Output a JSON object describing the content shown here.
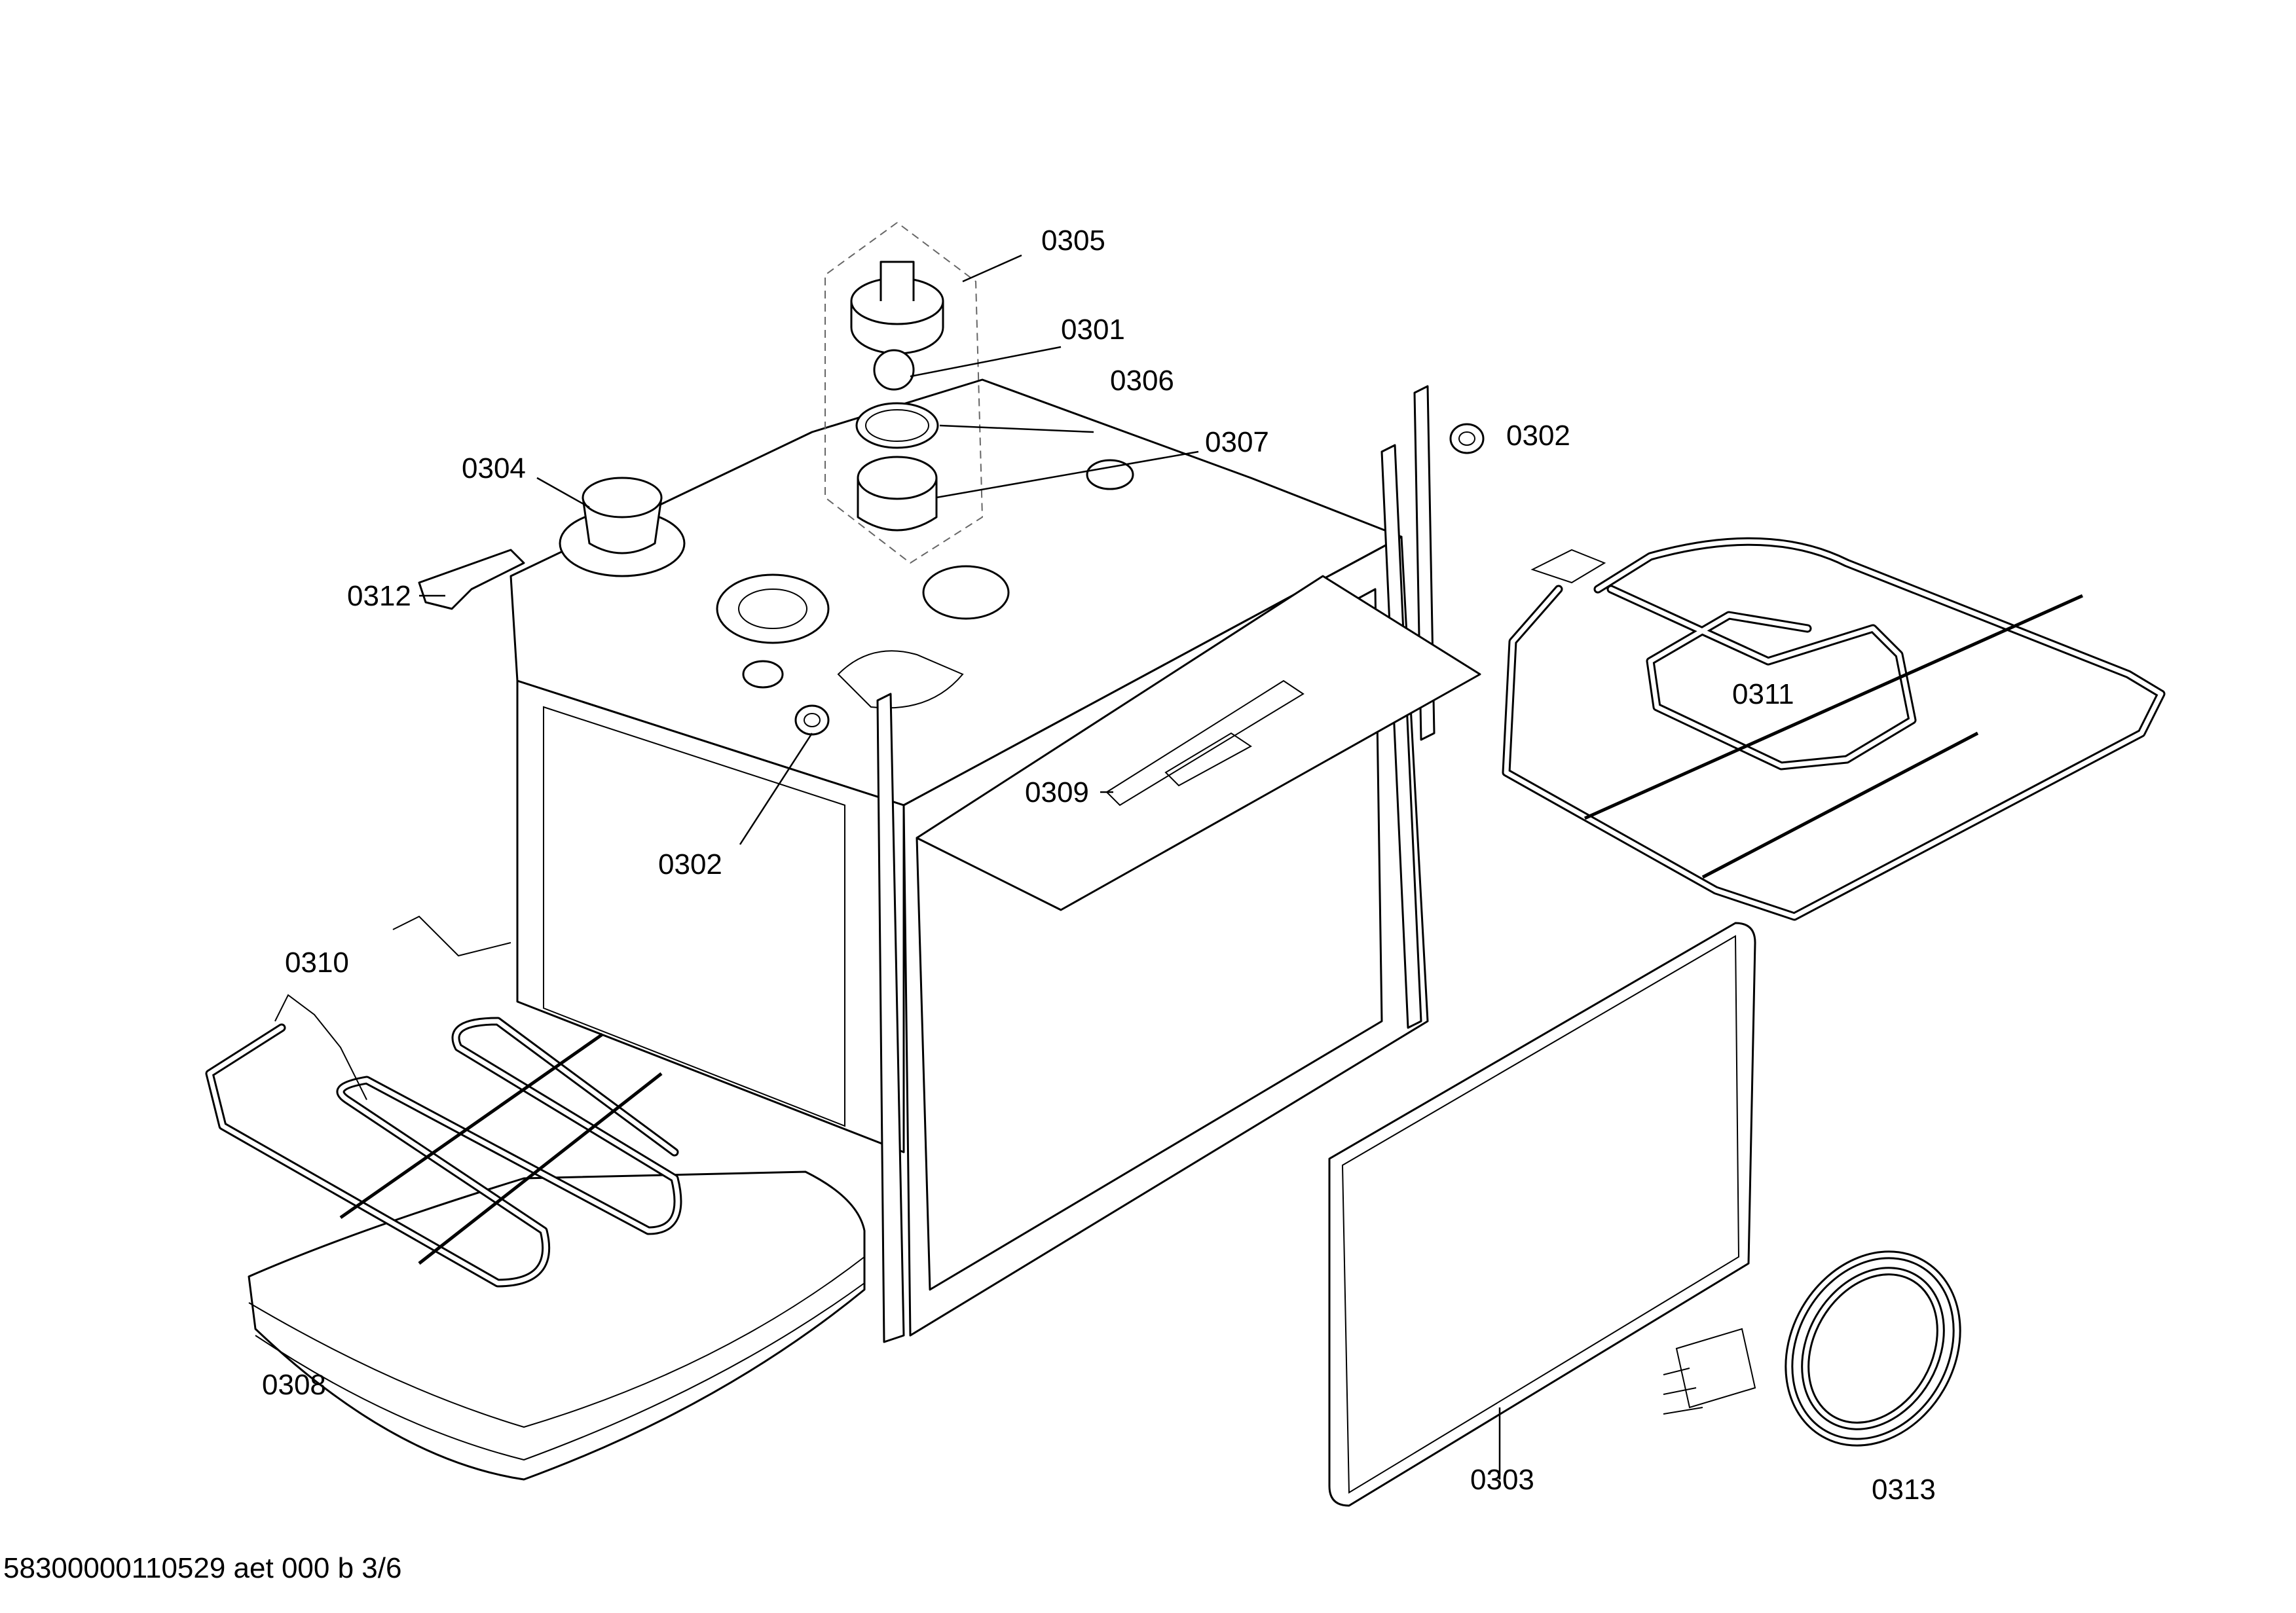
{
  "diagram": {
    "parts": [
      {
        "id": "0305"
      },
      {
        "id": "0301"
      },
      {
        "id": "0306"
      },
      {
        "id": "0307"
      },
      {
        "id": "0302"
      },
      {
        "id": "0304"
      },
      {
        "id": "0312"
      },
      {
        "id": "0311"
      },
      {
        "id": "0309"
      },
      {
        "id": "0302"
      },
      {
        "id": "0310"
      },
      {
        "id": "0308"
      },
      {
        "id": "0303"
      },
      {
        "id": "0313"
      }
    ],
    "footer": "58300000110529 aet 000 b 3/6"
  }
}
